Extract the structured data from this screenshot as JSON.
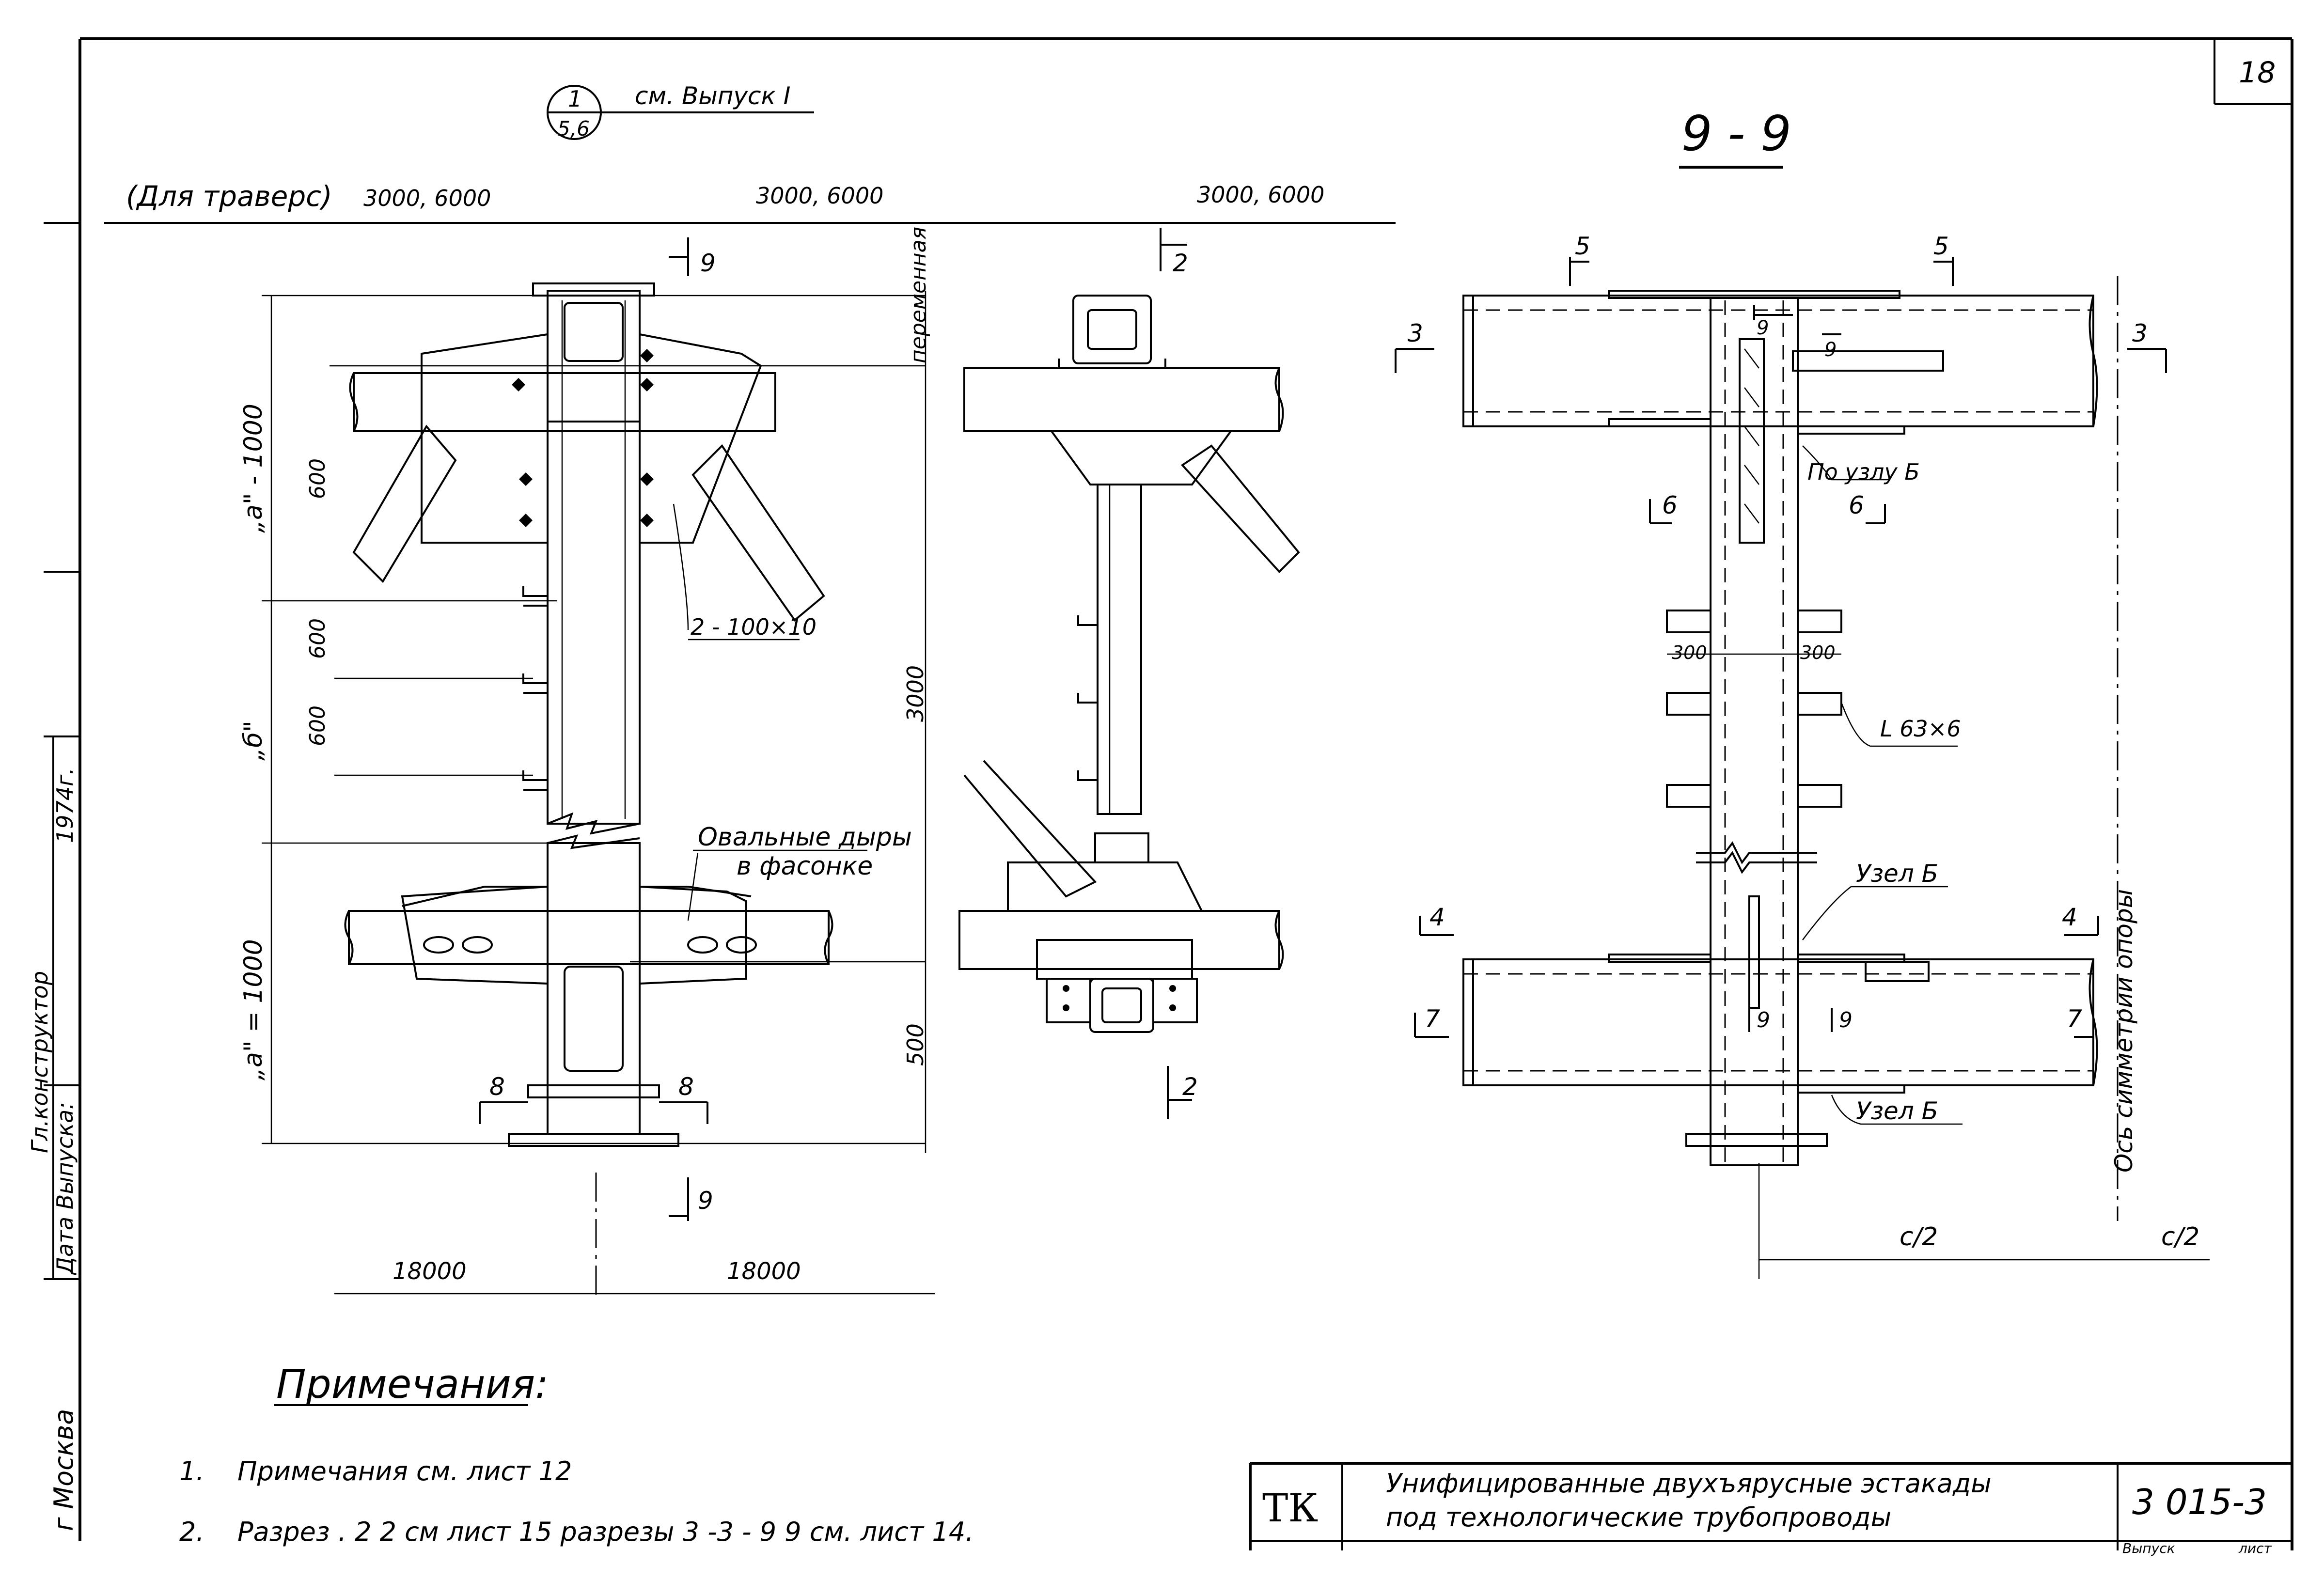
{
  "sheet": {
    "number": "18",
    "note_link": {
      "circle_top": "1",
      "circle_bottom": "5,6",
      "text": "см. Выпуск I"
    },
    "traverse_label": "(Для траверс)",
    "dims_top": [
      "3000, 6000",
      "3000, 6000",
      "3000, 6000"
    ],
    "section_title": "9 - 9"
  },
  "left_view": {
    "dim_a_top": "„а\" - 1000",
    "dim_b": "„б\"",
    "dim_a_bottom": "„а\" = 1000",
    "dim_600_1": "600",
    "dim_600_2": "600",
    "dim_600_3": "600",
    "plate_label": "2 - 100×10",
    "oval_label_1": "Овальные дыры",
    "oval_label_2": "в фасонке",
    "cut_9_top": "9",
    "cut_9_bottom": "9",
    "cut_8_left": "8",
    "cut_8_right": "8",
    "dim_18000_left": "18000",
    "dim_18000_right": "18000"
  },
  "mid_view": {
    "variable_label": "переменная",
    "dim_3000": "3000",
    "dim_500": "500",
    "cut_2_top": "2",
    "cut_2_bottom": "2"
  },
  "section_view": {
    "cut_5_left": "5",
    "cut_5_right": "5",
    "cut_3_left": "3",
    "cut_3_right": "3",
    "cut_9a": "9",
    "cut_9b": "9",
    "node_label_1": "По узлу Б",
    "cut_6_left": "6",
    "cut_6_right": "6",
    "dim_300_left": "300",
    "dim_300_right": "300",
    "angle_label": "L 63×6",
    "node_label_2": "Узел Б",
    "node_label_3": "Узел Б",
    "cut_4_left": "4",
    "cut_4_right": "4",
    "cut_7_left": "7",
    "cut_7_right": "7",
    "cut_9c": "9",
    "cut_9d": "9",
    "axis_label": "Ось симметрии опоры",
    "dim_c2_left": "c/2",
    "dim_c2_right": "c/2"
  },
  "side_strip": {
    "city": "г Москва",
    "date_label": "Дата Выпуска:",
    "dept_label": "Гл.конструктор",
    "year": "1974г."
  },
  "notes": {
    "title": "Примечания:",
    "items": [
      {
        "num": "1.",
        "text": "Примечания   см.   лист  12"
      },
      {
        "num": "2.",
        "text": "Разрез . 2  2  см  лист  15  разрезы  3 -3 - 9  9  см. лист 14."
      }
    ]
  },
  "title_block": {
    "code": "ТК",
    "title_line1": "Унифицированные   двухъярусные   эстакады",
    "title_line2": "под   технологические   трубопроводы",
    "series": "3 015-3",
    "issue_label": "Выпуск",
    "sheet_label": "лист"
  }
}
